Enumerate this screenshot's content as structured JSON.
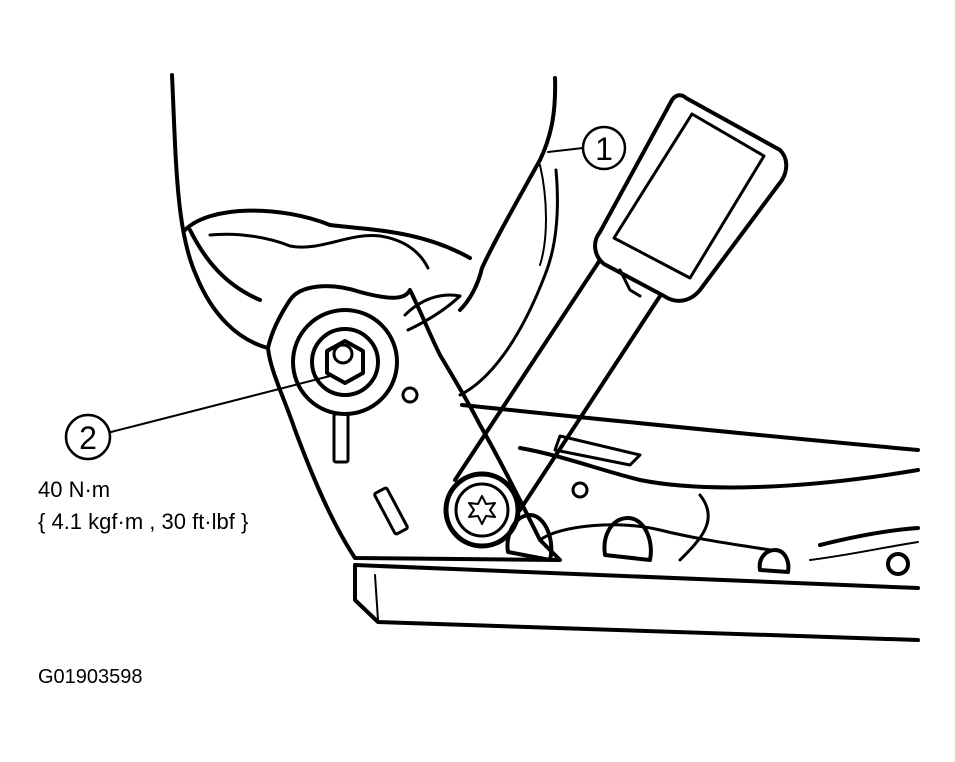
{
  "callouts": [
    {
      "number": "1"
    },
    {
      "number": "2"
    }
  ],
  "torque_spec": {
    "line1": "40 N·m",
    "line2": "{ 4.1 kgf·m , 30 ft·lbf }"
  },
  "figure_id": "G01903598",
  "colors": {
    "line": "#000000",
    "background": "#ffffff"
  }
}
